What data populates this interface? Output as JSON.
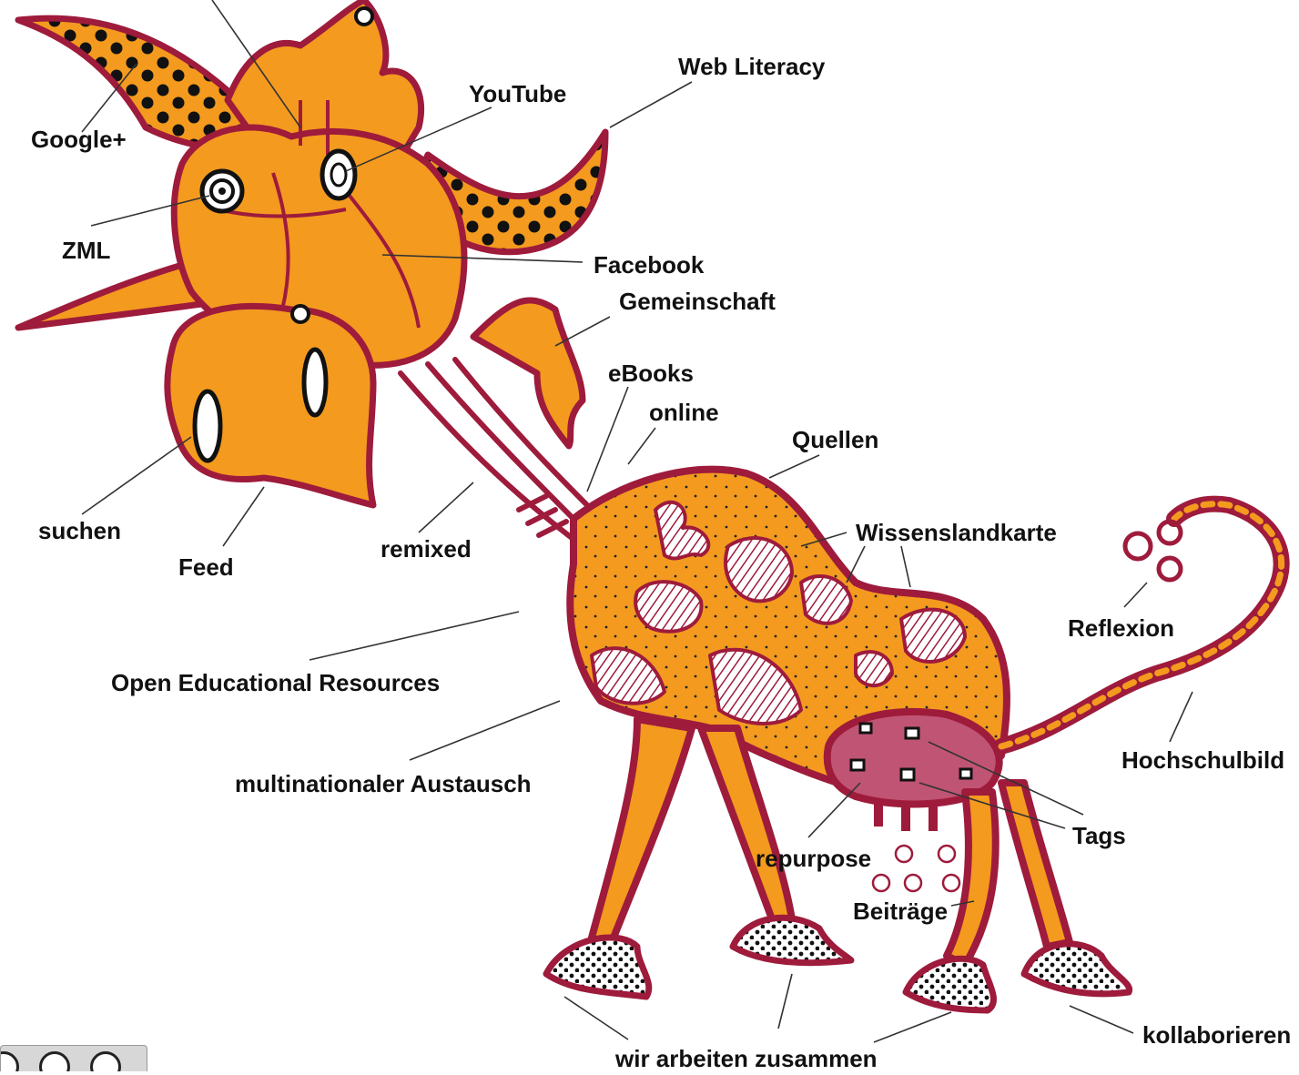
{
  "labels": {
    "google_plus": "Google+",
    "zml": "ZML",
    "youtube": "YouTube",
    "web_literacy": "Web Literacy",
    "facebook": "Facebook",
    "gemeinschaft": "Gemeinschaft",
    "ebooks": "eBooks",
    "online": "online",
    "quellen": "Quellen",
    "wissenslandkarte": "Wissenslandkarte",
    "reflexion": "Reflexion",
    "hochschulbildung": "Hochschulbild",
    "suchen": "suchen",
    "feed": "Feed",
    "remixed": "remixed",
    "oer": "Open Educational Resources",
    "multinational": "multinationaler Austausch",
    "tags": "Tags",
    "repurpose": "repurpose",
    "beitraege": "Beiträge",
    "wir_arbeiten": "wir arbeiten zusammen",
    "kollaborieren": "kollaborieren"
  },
  "colors": {
    "body_orange": "#f39a1f",
    "outline_crimson": "#9e1b3c",
    "udder_pink": "#c05474",
    "label_text": "#111111",
    "leader_line": "#333333"
  },
  "license_badge": {
    "icons": [
      "cc-icon",
      "by-icon",
      "sa-icon"
    ]
  }
}
